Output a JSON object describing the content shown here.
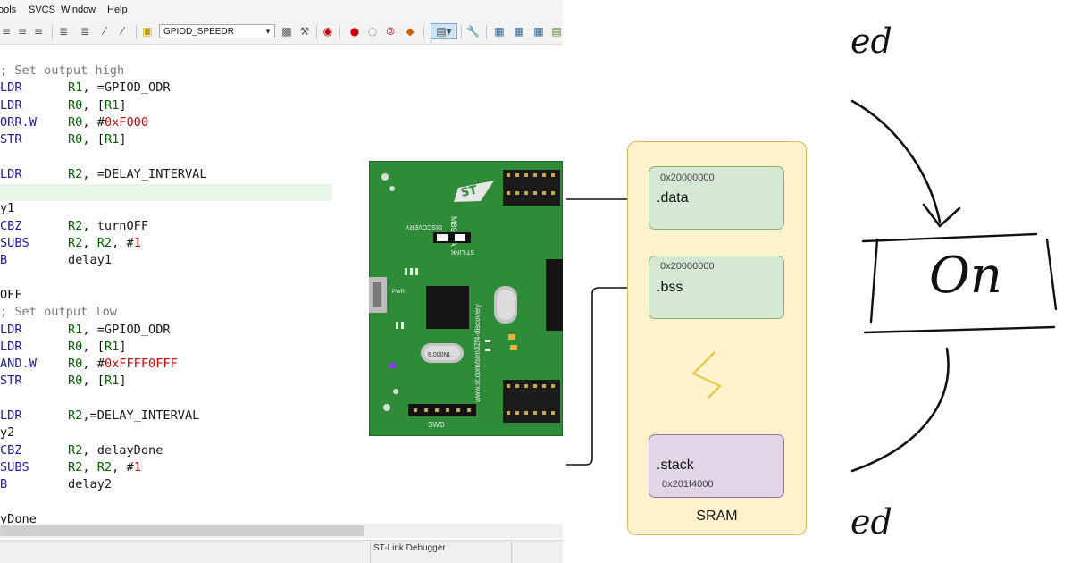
{
  "menu": {
    "items": [
      "ools",
      "SVCS",
      "Window",
      "Help"
    ]
  },
  "toolbar": {
    "combo_value": "GPIOD_SPEEDR"
  },
  "code_lines": [
    {
      "mn": "; Set output high",
      "op": "",
      "kind": "comment"
    },
    {
      "mn": "LDR",
      "op": "R1, =GPIOD_ODR"
    },
    {
      "mn": "LDR",
      "op": "R0, [R1]"
    },
    {
      "mn": "ORR.W",
      "op": "R0, #0xF000"
    },
    {
      "mn": "STR",
      "op": "R0, [R1]"
    },
    {
      "mn": "",
      "op": ""
    },
    {
      "mn": "LDR",
      "op": "R2, =DELAY_INTERVAL"
    },
    {
      "mn": "",
      "op": ""
    },
    {
      "mn": "y1",
      "op": "",
      "kind": "label"
    },
    {
      "mn": "CBZ",
      "op": "R2, turnOFF"
    },
    {
      "mn": "SUBS",
      "op": "R2, R2, #1"
    },
    {
      "mn": "B",
      "op": "delay1"
    },
    {
      "mn": "",
      "op": ""
    },
    {
      "mn": "OFF",
      "op": "",
      "kind": "label"
    },
    {
      "mn": "; Set output low",
      "op": "",
      "kind": "comment"
    },
    {
      "mn": "LDR",
      "op": "R1, =GPIOD_ODR"
    },
    {
      "mn": "LDR",
      "op": "R0, [R1]"
    },
    {
      "mn": "AND.W",
      "op": "R0, #0xFFFF0FFF"
    },
    {
      "mn": "STR",
      "op": "R0, [R1]"
    },
    {
      "mn": "",
      "op": ""
    },
    {
      "mn": "LDR",
      "op": "R2,=DELAY_INTERVAL"
    },
    {
      "mn": "y2",
      "op": "",
      "kind": "label"
    },
    {
      "mn": "CBZ",
      "op": "R2, delayDone"
    },
    {
      "mn": "SUBS",
      "op": "R2, R2, #1"
    },
    {
      "mn": "B",
      "op": "delay2"
    },
    {
      "mn": "",
      "op": ""
    },
    {
      "mn": "yDone",
      "op": "",
      "kind": "label"
    }
  ],
  "status": {
    "text": "ST-Link Debugger"
  },
  "board": {
    "part": "M8997A",
    "discovery": "DISCOVERY",
    "stlink": "ST-LINK",
    "url": "www.st.com/stm32f4-discovery",
    "xtal": "8.000NL",
    "swd": "SWD",
    "pwr": "PWR"
  },
  "sram": {
    "label": "SRAM",
    "data": {
      "name": ".data",
      "addr": "0x20000000"
    },
    "bss": {
      "name": ".bss",
      "addr": "0x20000000"
    },
    "stack": {
      "name": ".stack",
      "addr": "0x201f4000"
    }
  },
  "sketch": {
    "state": "On",
    "top_text": "ed",
    "bottom_text": "ed"
  },
  "colors": {
    "sram_fill": "#fff2cc",
    "sram_border": "#d6b656",
    "green_fill": "#d5e8d4",
    "green_border": "#82b366",
    "purple_fill": "#e1d5e7",
    "purple_border": "#9673a6",
    "board_green": "#2e8b37",
    "highlight_line": "#e7f6e6"
  }
}
